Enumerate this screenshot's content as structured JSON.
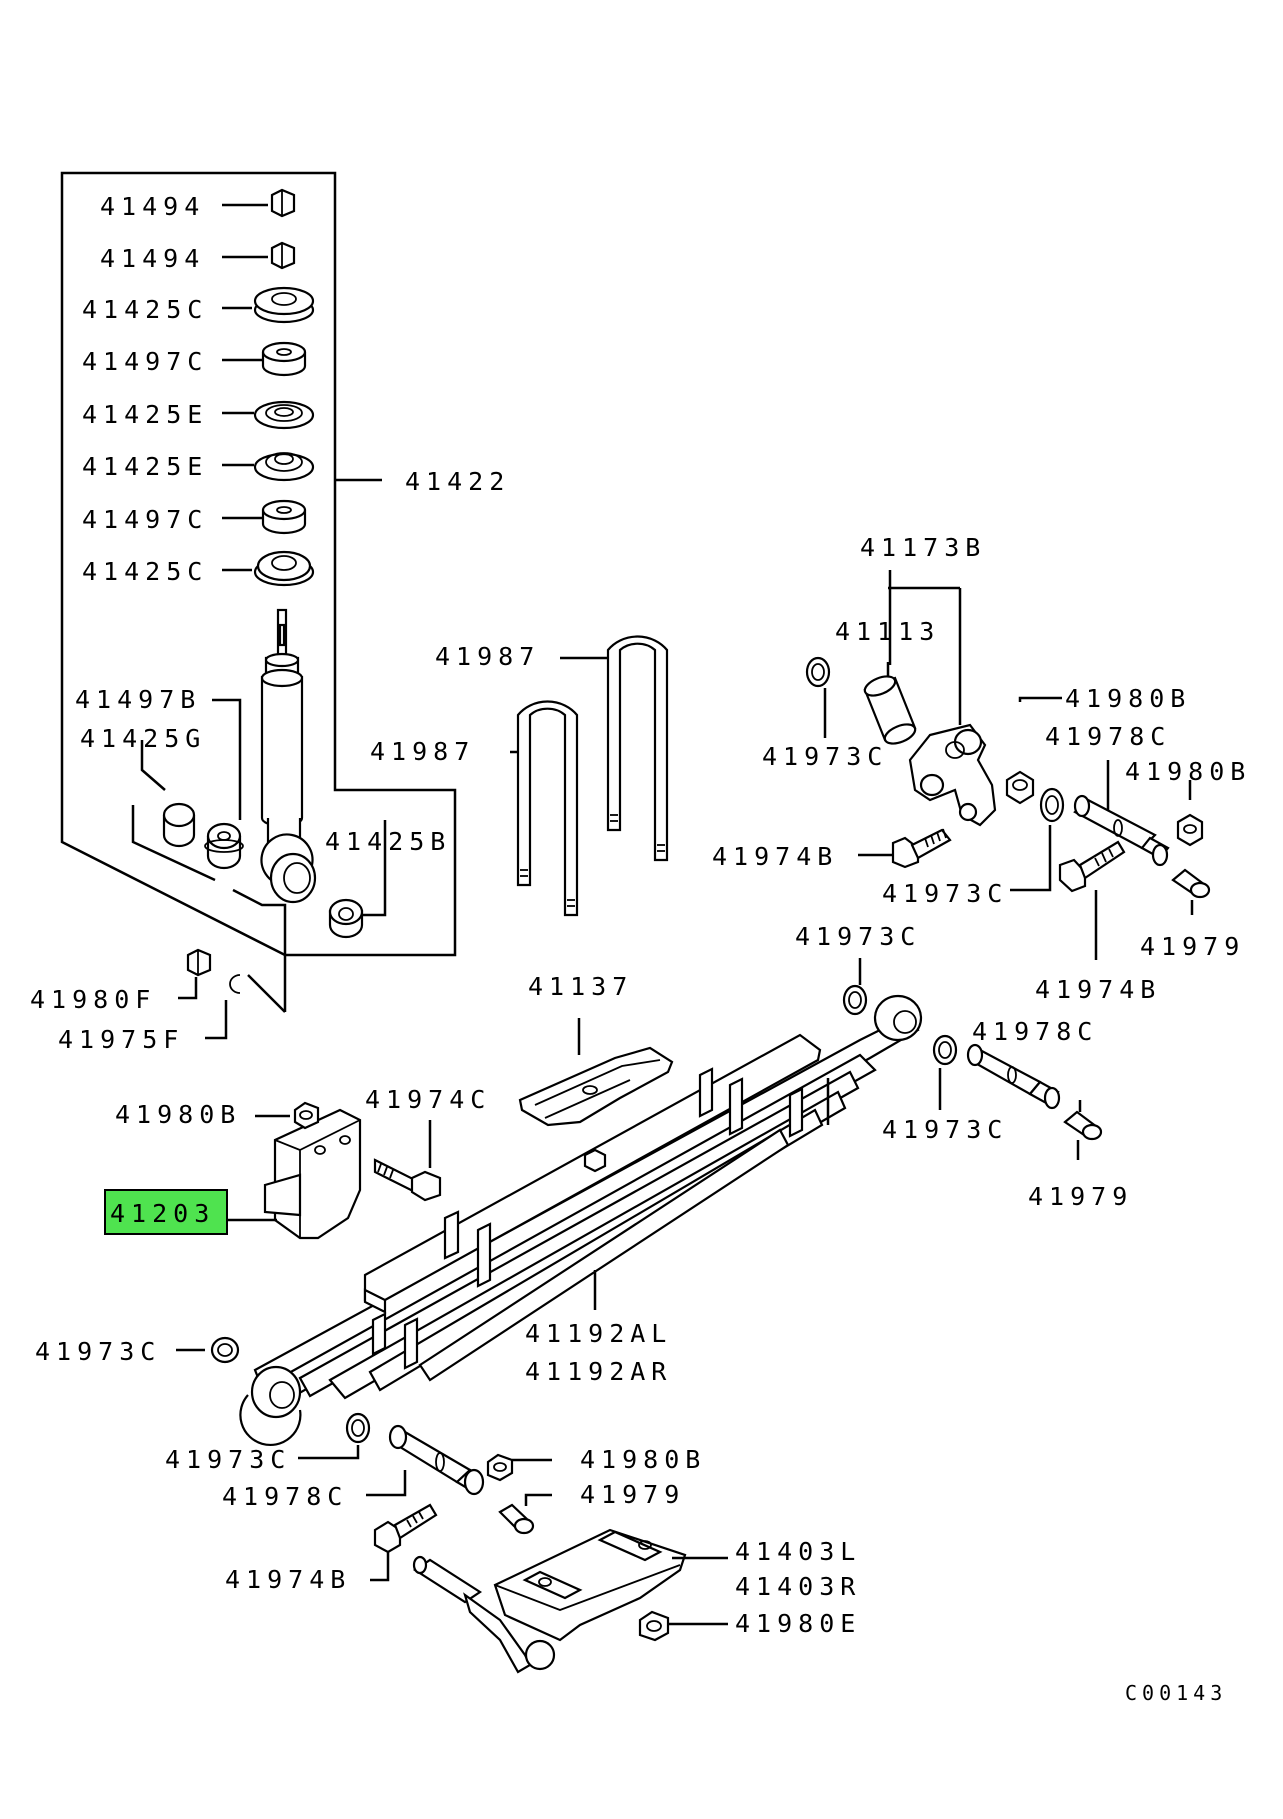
{
  "diagram": {
    "labels": {
      "p41494a": "41494",
      "p41494b": "41494",
      "p41425c_a": "41425C",
      "p41497c_a": "41497C",
      "p41425e_a": "41425E",
      "p41425e_b": "41425E",
      "p41497c_b": "41497C",
      "p41425c_b": "41425C",
      "p41422": "41422",
      "p41497b": "41497B",
      "p41425g": "41425G",
      "p41425b": "41425B",
      "p41980f": "41980F",
      "p41975f": "41975F",
      "p41987a": "41987",
      "p41987b": "41987",
      "p41173b": "41173B",
      "p41113": "41113",
      "p41973c_a": "41973C",
      "p41980b_a": "41980B",
      "p41978c_a": "41978C",
      "p41980b_b": "41980B",
      "p41974b_a": "41974B",
      "p41973c_b": "41973C",
      "p41979_a": "41979",
      "p41974b_b": "41974B",
      "p41973c_c": "41973C",
      "p41137": "41137",
      "p41978c_b": "41978C",
      "p41980b_c": "41980B",
      "p41974c": "41974C",
      "p41973c_d": "41973C",
      "p41979_b": "41979",
      "p41203": "41203",
      "p41192al": "41192AL",
      "p41192ar": "41192AR",
      "p41973c_e": "41973C",
      "p41973c_f": "41973C",
      "p41980b_d": "41980B",
      "p41978c_c": "41978C",
      "p41979_c": "41979",
      "p41974b_c": "41974B",
      "p41403l": "41403L",
      "p41403r": "41403R",
      "p41980e": "41980E"
    },
    "highlighted_part": "41203",
    "highlight_color": "#4fe34f",
    "figure_code": "C00143"
  }
}
